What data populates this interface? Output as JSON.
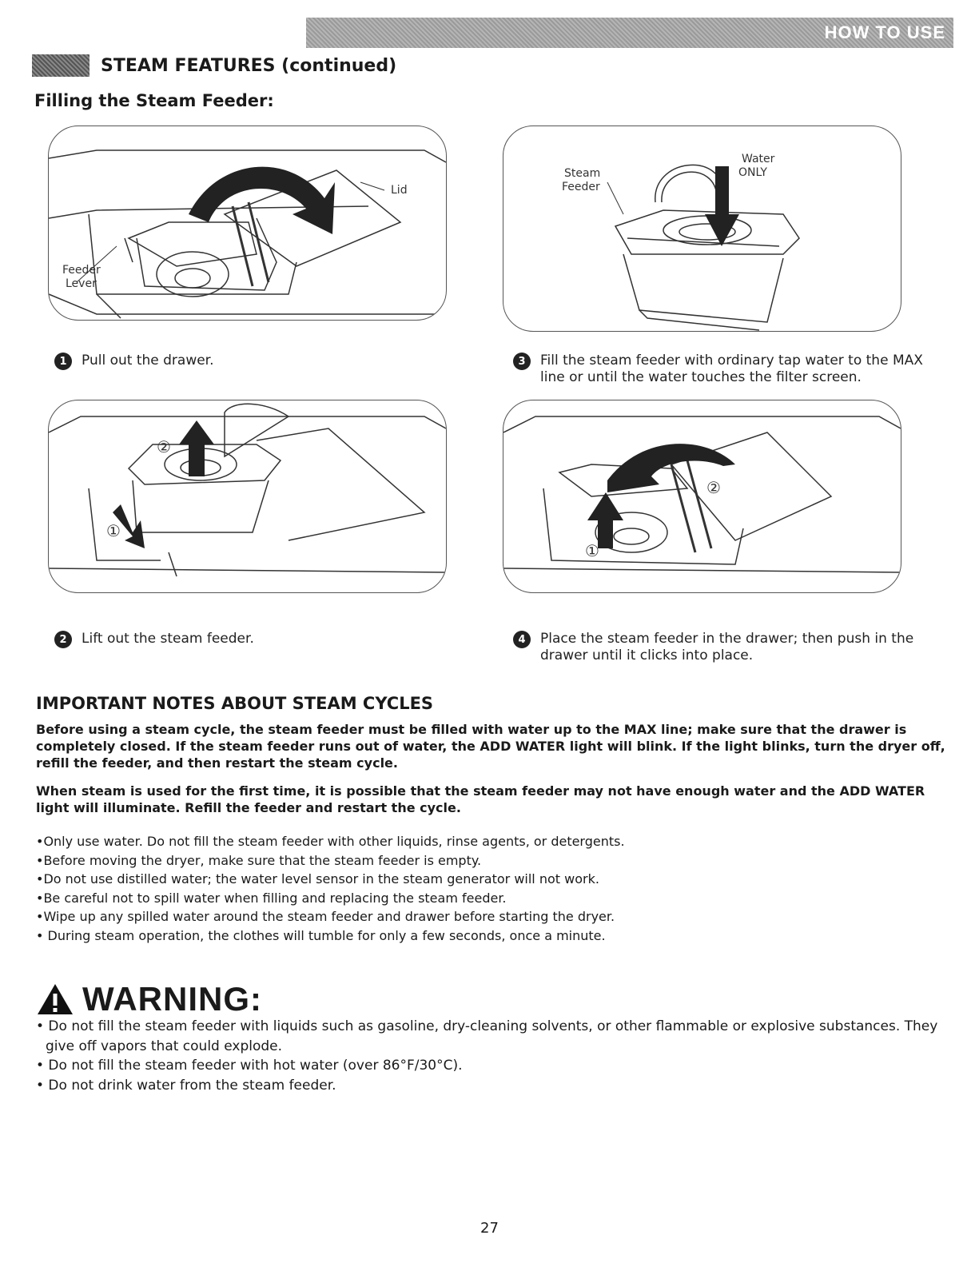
{
  "header": {
    "tab": "HOW TO USE"
  },
  "section": {
    "title": "STEAM FEATURES (continued)"
  },
  "subtitle": "Filling the Steam Feeder:",
  "figures": {
    "fig1": {
      "lid_label": "Lid",
      "lever_label_1": "Feeder",
      "lever_label_2": "Lever"
    },
    "fig3": {
      "steam_label_1": "Steam",
      "steam_label_2": "Feeder",
      "water_label_1": "Water",
      "water_label_2": "ONLY"
    },
    "callout_1": "①",
    "callout_2": "②"
  },
  "steps": [
    {
      "num": "1",
      "text": "Pull out the drawer."
    },
    {
      "num": "2",
      "text": "Lift out the steam feeder."
    },
    {
      "num": "3",
      "text": "Fill the steam feeder with ordinary tap water to the MAX line or until the water touches the filter screen."
    },
    {
      "num": "4",
      "text": "Place the steam feeder in the drawer; then push in the drawer until it clicks into place."
    }
  ],
  "notes": {
    "title": "IMPORTANT NOTES ABOUT STEAM CYCLES",
    "para1": "Before using a steam cycle, the steam feeder must be filled with water up to the MAX line; make sure that the drawer is completely closed. If the steam feeder runs out of water, the ADD WATER light will blink. If the light blinks, turn the dryer off, refill the feeder, and then restart the steam cycle.",
    "para2": "When steam is used for the first time, it is possible that the steam feeder may not have enough water and the ADD WATER light will illuminate. Refill the feeder and restart the cycle.",
    "bullets": [
      "•Only use water. Do not fill the steam feeder with other liquids, rinse agents, or detergents.",
      "•Before moving the dryer, make sure that the steam feeder is empty.",
      "•Do not use distilled water; the water level sensor in the steam generator will not work.",
      "•Be careful not to spill water when filling and replacing the steam feeder.",
      "•Wipe up any spilled water around the steam feeder and drawer before starting the dryer.",
      "• During steam operation, the clothes will tumble for only a few seconds, once a minute."
    ]
  },
  "warning": {
    "title": "WARNING:",
    "items": [
      "• Do not fill the steam feeder with liquids such as gasoline, dry-cleaning solvents, or other flammable or explosive substances. They give off vapors that could explode.",
      "• Do not fill the steam feeder with hot water (over 86°F/30°C).",
      "• Do not drink water from the steam feeder."
    ]
  },
  "page_number": "27"
}
